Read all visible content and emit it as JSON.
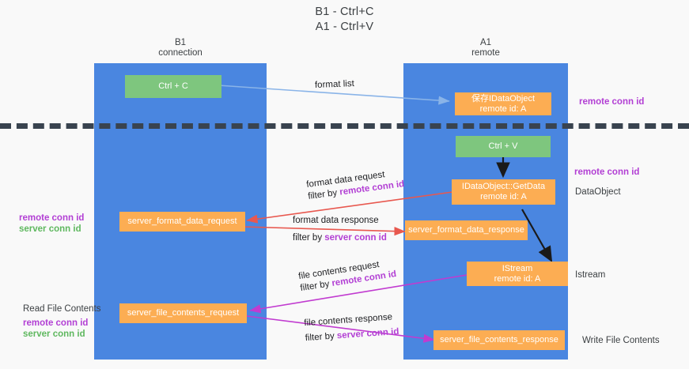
{
  "title": {
    "line1": "B1 - Ctrl+C",
    "line2": "A1 - Ctrl+V"
  },
  "lanes": [
    {
      "id": "b1",
      "header_line1": "B1",
      "header_line2": "connection"
    },
    {
      "id": "a1",
      "header_line1": "A1",
      "header_line2": "remote"
    }
  ],
  "nodes": {
    "ctrl_c": {
      "line1": "Ctrl + C",
      "line2": ""
    },
    "save_idataobject": {
      "line1": "保存IDataObject",
      "line2": "remote id: A"
    },
    "ctrl_v": {
      "line1": "Ctrl + V",
      "line2": ""
    },
    "getdata": {
      "line1": "IDataObject::GetData",
      "line2": "remote id: A"
    },
    "fmt_req": {
      "line1": "server_format_data_request",
      "line2": ""
    },
    "fmt_resp": {
      "line1": "server_format_data_response",
      "line2": ""
    },
    "istream": {
      "line1": "IStream",
      "line2": "remote id: A"
    },
    "file_req": {
      "line1": "server_file_contents_request",
      "line2": ""
    },
    "file_resp": {
      "line1": "server_file_contents_response",
      "line2": ""
    }
  },
  "edges": {
    "format_list": {
      "text": "format list"
    },
    "format_data_request": {
      "text": "format data request"
    },
    "format_data_request_filter": {
      "prefix": "filter by ",
      "key": "remote conn id"
    },
    "format_data_response": {
      "text": "format data response"
    },
    "format_data_response_filter": {
      "prefix": "filter by ",
      "key": "server conn id"
    },
    "file_contents_request": {
      "text": "file contents request"
    },
    "file_contents_request_filter": {
      "prefix": "filter by ",
      "key": "remote conn id"
    },
    "file_contents_response": {
      "text": "file contents response"
    },
    "file_contents_response_filter": {
      "prefix": "filter by ",
      "key": "server conn id"
    }
  },
  "annotations": {
    "right_remote_conn_id_top": "remote conn id",
    "right_remote_conn_id_mid": "remote conn id",
    "right_dataobject": "DataObject",
    "right_istream": "Istream",
    "right_write_file_contents": "Write File Contents",
    "left_mid_remote": "remote conn id",
    "left_mid_server": "server conn id",
    "left_read_file_contents": "Read File Contents",
    "left_low_remote": "remote conn id",
    "left_low_server": "server conn id"
  },
  "colors": {
    "lane": "#4a86e0",
    "green_node": "#7ec67e",
    "orange_node": "#fcad53",
    "purple_text": "#b23fd4",
    "green_text": "#5fb85f",
    "red_arrow": "#e8584f",
    "magenta_arrow": "#c13bd0",
    "blue_arrow": "#8ab4e8",
    "black_arrow": "#1a1a1a",
    "background": "#f9f9f9"
  }
}
